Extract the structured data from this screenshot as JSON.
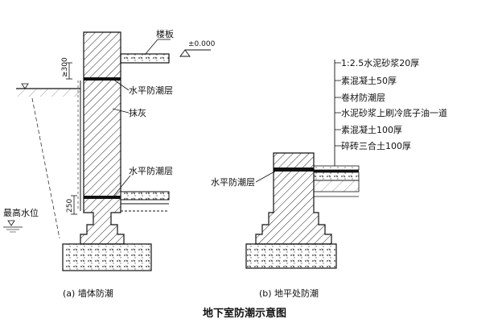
{
  "left": {
    "floor_label": "楼板",
    "elevation": "±0.000",
    "dim_top": "≥300",
    "dim_bottom": "250",
    "horiz_layer_1": "水平防潮层",
    "plaster": "抹灰",
    "horiz_layer_2": "水平防潮层",
    "water_level": "最高水位",
    "caption": "(a) 墙体防潮"
  },
  "right": {
    "layers": [
      "1:2.5水泥砂浆20厚",
      "素混凝土50厚",
      "卷材防潮层",
      "水泥砂浆上刷冷底子油一道",
      "素混凝土100厚",
      "碎砖三合土100厚"
    ],
    "horiz_layer": "水平防潮层",
    "caption": "(b) 地平处防潮"
  },
  "title": "地下室防潮示意图"
}
